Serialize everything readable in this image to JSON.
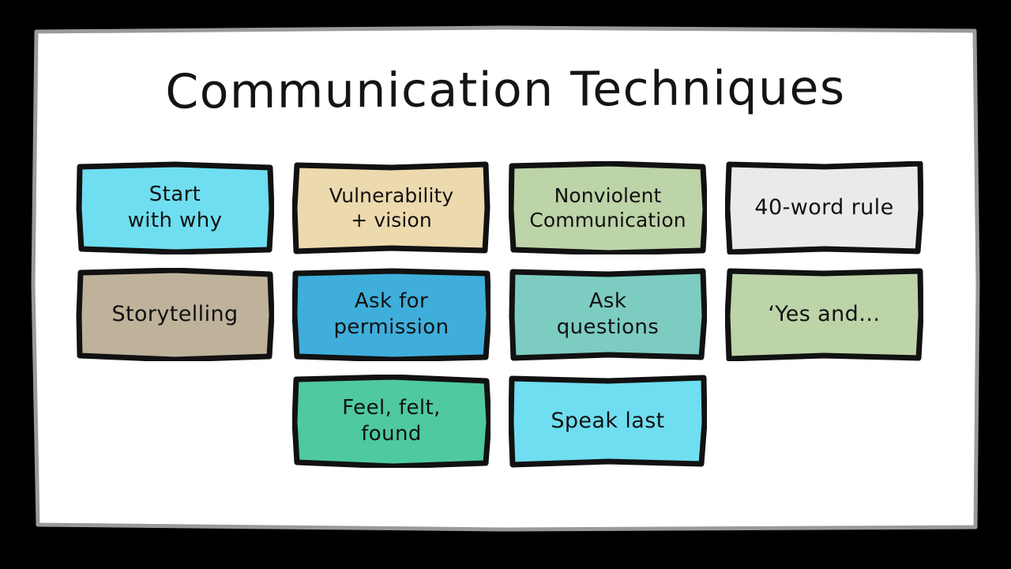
{
  "canvas": {
    "background_color": "#000000",
    "board_color": "#FFFFFF",
    "board_border_color": "#9A9A9A",
    "ink_color": "#111111"
  },
  "title": "Communication Techniques",
  "grid": {
    "columns": 4,
    "rows": 3,
    "cards": [
      {
        "id": "start-with-why",
        "label": "Start\nwith why",
        "row": 0,
        "col": 0,
        "fill": "#6FDEF0",
        "border": "#111111"
      },
      {
        "id": "vulnerability-vision",
        "label": "Vulnerability\n+ vision",
        "row": 0,
        "col": 1,
        "fill": "#EDD9AE",
        "border": "#111111"
      },
      {
        "id": "nonviolent-communication",
        "label": "Nonviolent\nCommunication",
        "row": 0,
        "col": 2,
        "fill": "#BDD3A8",
        "border": "#111111"
      },
      {
        "id": "forty-word-rule",
        "label": "40-word rule",
        "row": 0,
        "col": 3,
        "fill": "#EAEAEA",
        "border": "#111111"
      },
      {
        "id": "storytelling",
        "label": "Storytelling",
        "row": 1,
        "col": 0,
        "fill": "#BEB29B",
        "border": "#111111"
      },
      {
        "id": "ask-for-permission",
        "label": "Ask for\npermission",
        "row": 1,
        "col": 1,
        "fill": "#3FAEDB",
        "border": "#111111"
      },
      {
        "id": "ask-questions",
        "label": "Ask\nquestions",
        "row": 1,
        "col": 2,
        "fill": "#7DCCC1",
        "border": "#111111"
      },
      {
        "id": "yes-and",
        "label": "‘Yes and…",
        "row": 1,
        "col": 3,
        "fill": "#BDD3A8",
        "border": "#111111"
      },
      {
        "id": "feel-felt-found",
        "label": "Feel, felt,\nfound",
        "row": 2,
        "col": 1,
        "fill": "#4FC9A0",
        "border": "#111111"
      },
      {
        "id": "speak-last",
        "label": "Speak last",
        "row": 2,
        "col": 2,
        "fill": "#6FDEF0",
        "border": "#111111"
      }
    ]
  }
}
